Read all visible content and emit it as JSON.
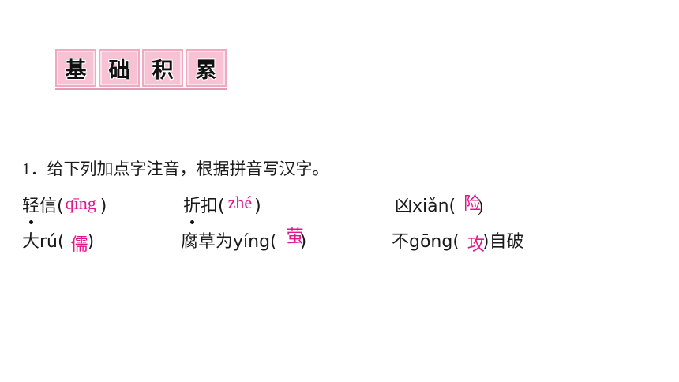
{
  "banner": {
    "chars": [
      "基",
      "础",
      "积",
      "累"
    ]
  },
  "question": {
    "number": "1．",
    "text": "给下列加点字注音，根据拼音写汉字。"
  },
  "items": [
    {
      "pre_dot": "轻",
      "pre": "信(",
      "answer": "qīng",
      "post": " )"
    },
    {
      "pre_dot": "折",
      "pre": "扣(",
      "answer": "zhé",
      "post": "  )"
    },
    {
      "pre": "凶xiǎn(",
      "answer": "险",
      "post": "  )"
    },
    {
      "pre": "大rú(",
      "answer": "儒",
      "post": "  )"
    },
    {
      "pre": "腐草为yíng(",
      "answer": "萤",
      "post": "  )"
    },
    {
      "pre": "不gōng(",
      "answer": "攻",
      "post": "  )自破"
    }
  ]
}
